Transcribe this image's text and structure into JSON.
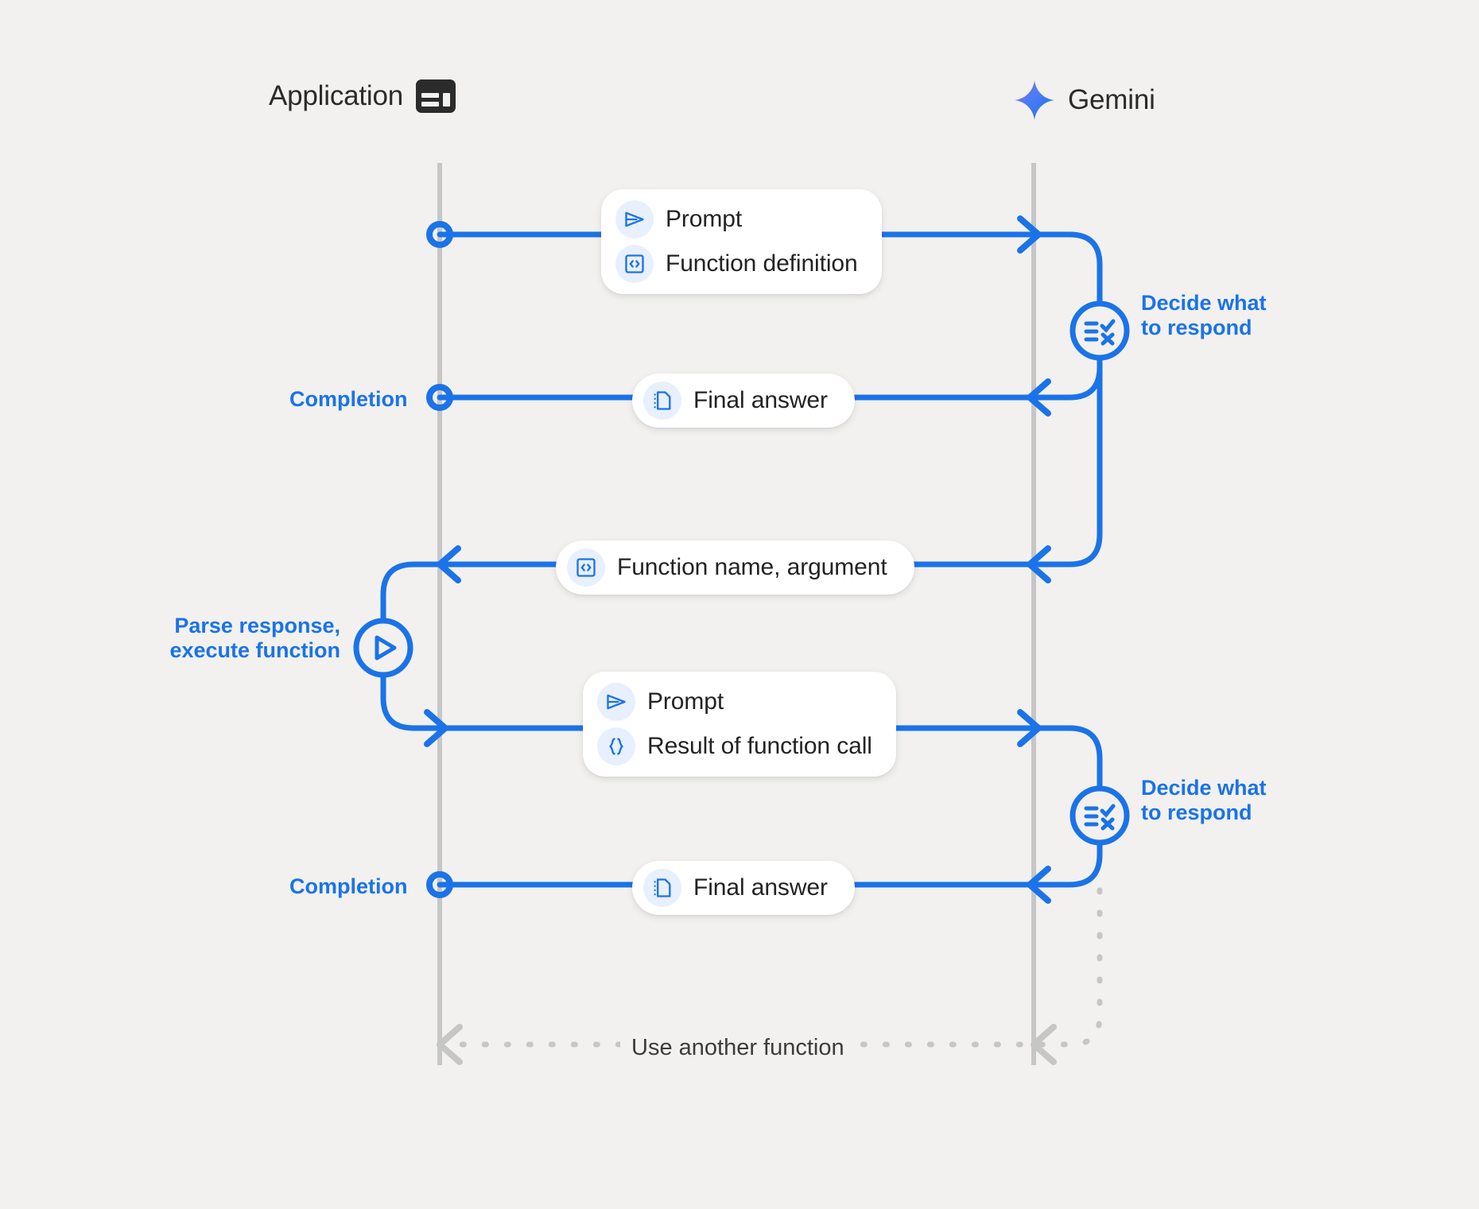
{
  "background_color": "#F2F1EF",
  "accent_color": "#1A73E8",
  "line_gray": "#C6C6C6",
  "actors": {
    "left": {
      "label": "Application",
      "icon": "dashboard-layout-icon"
    },
    "right": {
      "label": "Gemini",
      "icon": "gemini-sparkle-icon"
    }
  },
  "messages": [
    {
      "id": "request-1",
      "rows": [
        {
          "icon": "send-icon",
          "label": "Prompt"
        },
        {
          "icon": "code-brackets-icon",
          "label": "Function definition"
        }
      ]
    },
    {
      "id": "response-1",
      "rows": [
        {
          "icon": "document-icon",
          "label": "Final answer"
        }
      ]
    },
    {
      "id": "function-call",
      "rows": [
        {
          "icon": "code-brackets-icon",
          "label": "Function name,  argument"
        }
      ]
    },
    {
      "id": "request-2",
      "rows": [
        {
          "icon": "send-icon",
          "label": "Prompt"
        },
        {
          "icon": "curly-braces-icon",
          "label": "Result of function call"
        }
      ]
    },
    {
      "id": "response-2",
      "rows": [
        {
          "icon": "document-icon",
          "label": "Final answer"
        }
      ]
    }
  ],
  "annotations": {
    "decide_1": "Decide what\nto respond",
    "decide_2": "Decide what\nto respond",
    "parse": "Parse response,\nexecute function",
    "completion_1": "Completion",
    "completion_2": "Completion",
    "loop": "Use another function"
  },
  "nodes": {
    "decide_icon": "rule-checklist-icon",
    "parse_icon": "play-run-icon",
    "start_marker": "hollow-circle-node"
  }
}
